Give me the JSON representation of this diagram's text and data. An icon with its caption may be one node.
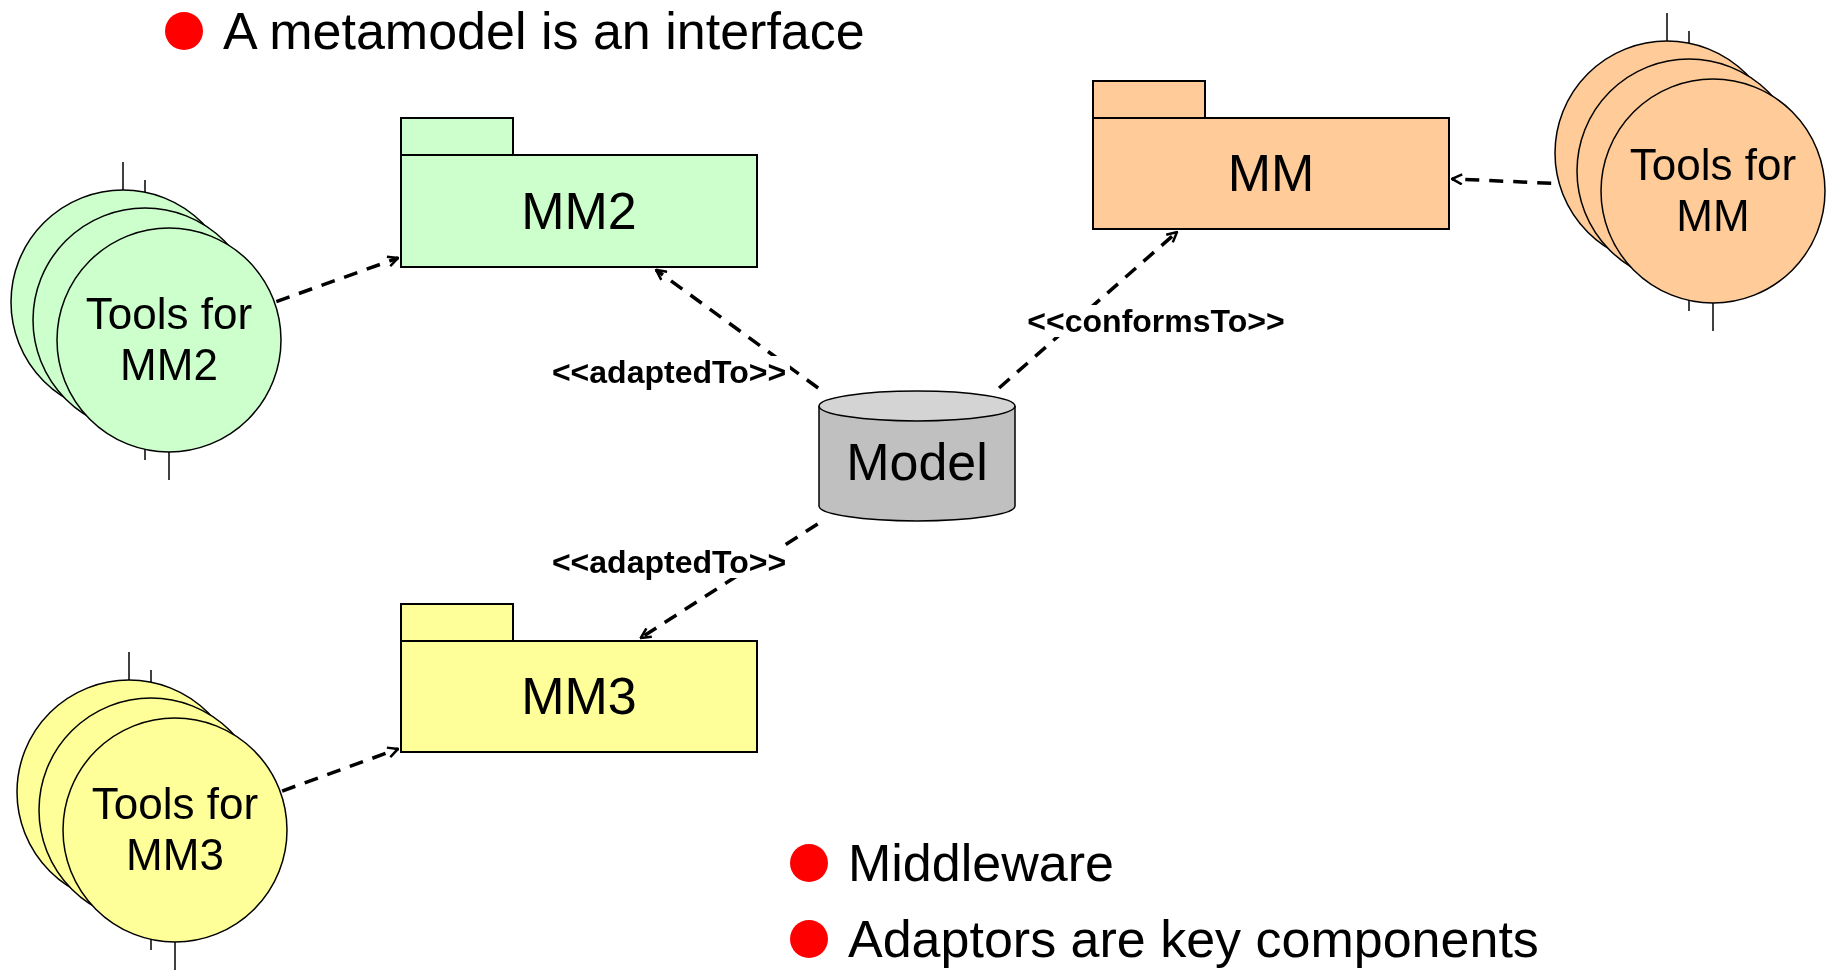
{
  "diagram": {
    "nodes": [
      {
        "text": [
          "MM2"
        ]
      },
      {
        "text": [
          "MM"
        ]
      },
      {
        "text": [
          "Tools for MM2"
        ]
      },
      {
        "text": [
          "Tools for MM"
        ]
      },
      {
        "text": [
          "Model"
        ]
      },
      {
        "text": [
          "MM3"
        ]
      },
      {
        "text": [
          "Tools for MM3"
        ]
      }
    ],
    "edges": [
      {
        "from": 2,
        "to": 0,
        "arrow": "to",
        "style": "dashed"
      },
      {
        "from": 4,
        "to": 0,
        "arrow": "to",
        "style": "dashed",
        "label": "<<adaptedTo>>"
      },
      {
        "from": 4,
        "to": 5,
        "arrow": "to",
        "style": "dashed",
        "label": "<<adaptedTo>>"
      },
      {
        "from": 4,
        "to": 1,
        "arrow": "to",
        "style": "dashed",
        "label": "<<conformsTo>>"
      },
      {
        "from": 3,
        "to": 1,
        "arrow": "to",
        "style": "dashed"
      },
      {
        "from": 6,
        "to": 5,
        "arrow": "to",
        "style": "dashed"
      }
    ],
    "labels": [
      "A metamodel is an interface",
      "Middleware",
      "Adaptors are key components"
    ]
  }
}
